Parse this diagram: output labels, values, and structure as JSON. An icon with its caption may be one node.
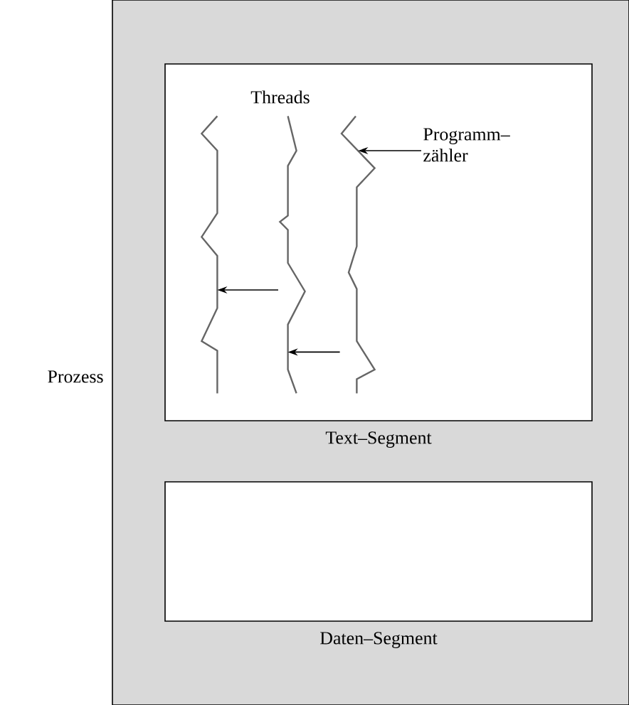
{
  "diagram": {
    "nodes": [
      {
        "text": [
          "Prozess"
        ]
      },
      {
        "text": [
          "Text–Segment"
        ],
        "in": 0
      },
      {
        "text": [
          "Daten–Segment"
        ],
        "in": 0
      },
      {
        "text": [],
        "shape": "line",
        "in": 1
      },
      {
        "text": [],
        "shape": "line",
        "in": 1
      },
      {
        "text": [],
        "shape": "line",
        "in": 1
      },
      {
        "text": [
          "Programm– zähler"
        ],
        "in": 1
      }
    ],
    "edges": [
      {
        "from": 4,
        "to": 3,
        "arrow": "to"
      },
      {
        "from": 5,
        "to": 4,
        "arrow": "to"
      },
      {
        "from": 6,
        "to": 5,
        "arrow": "to"
      }
    ],
    "labels": [
      "Threads"
    ]
  }
}
